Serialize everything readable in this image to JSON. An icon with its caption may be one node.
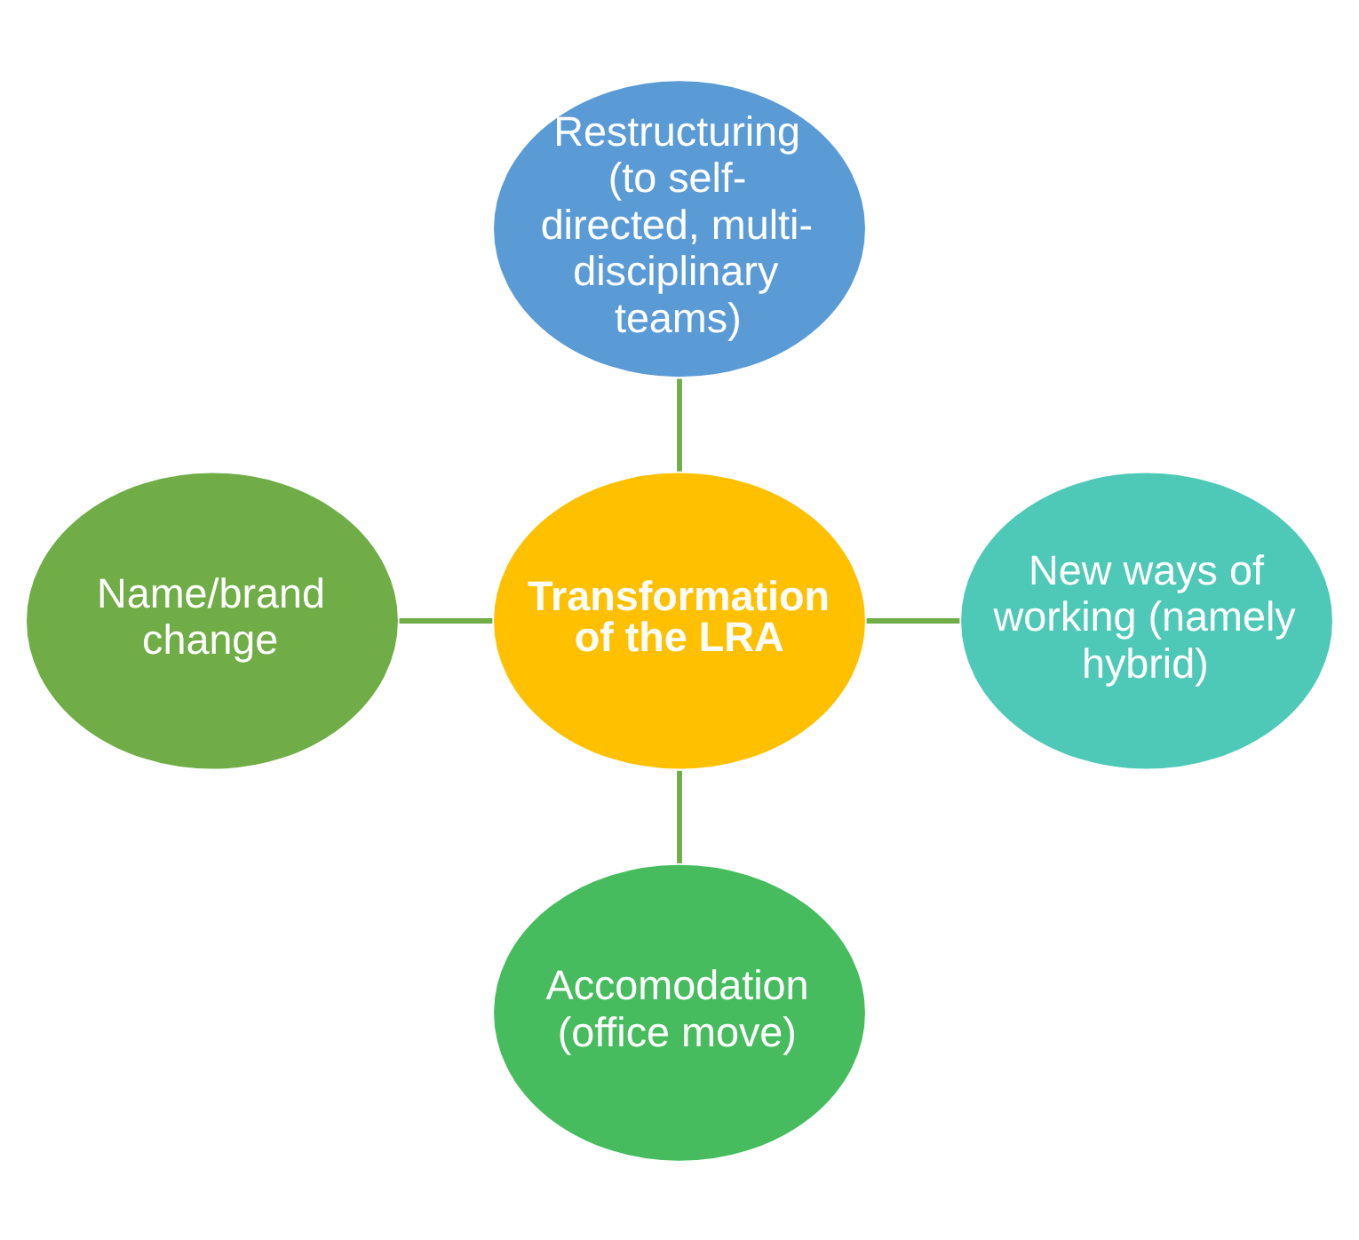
{
  "diagram": {
    "nodes": [
      {
        "text": [
          "Restructuring (to self-directed, multi-disciplinary teams)"
        ]
      },
      {
        "text": [
          "Name/brand change"
        ]
      },
      {
        "text": [
          "Transformation of the LRA"
        ]
      },
      {
        "text": [
          "New ways of working (namely hybrid)"
        ]
      },
      {
        "text": [
          "Accomodation (office move)"
        ]
      }
    ],
    "edges": [
      {
        "from": 2,
        "to": 0,
        "arrow": "none"
      },
      {
        "from": 1,
        "to": 2,
        "arrow": "none"
      },
      {
        "from": 2,
        "to": 3,
        "arrow": "none"
      },
      {
        "from": 2,
        "to": 4,
        "arrow": "none"
      }
    ]
  }
}
